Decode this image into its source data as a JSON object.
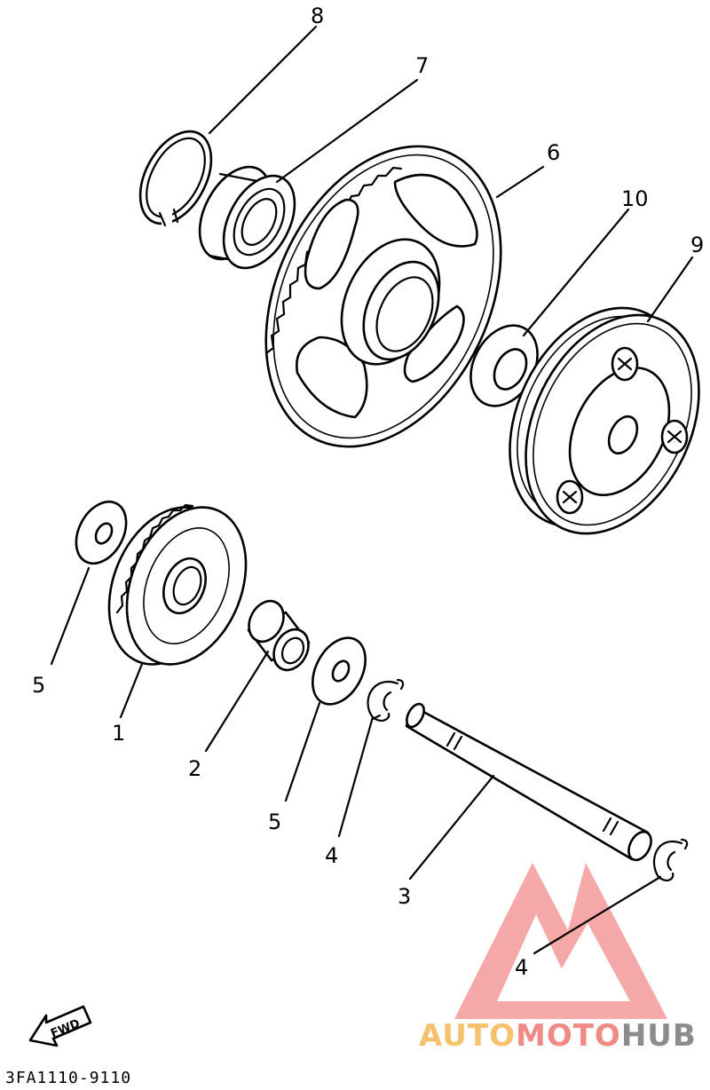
{
  "callouts": {
    "c1": "1",
    "c2": "2",
    "c3": "3",
    "c4a": "4",
    "c4b": "4",
    "c5a": "5",
    "c5b": "5",
    "c6": "6",
    "c7": "7",
    "c8": "8",
    "c9": "9",
    "c10": "10"
  },
  "diagram_code": "3FA1110-9110",
  "fwd_label": "FWD",
  "watermark": {
    "part1": "AUTO",
    "part2": "MOTO",
    "part3": "HUB",
    "color1": "#f5c16c",
    "color2": "#f08a84",
    "color3": "#8c8c8c"
  },
  "colors": {
    "ink": "#000000",
    "paper": "#ffffff",
    "logo": "#f28c8c"
  }
}
